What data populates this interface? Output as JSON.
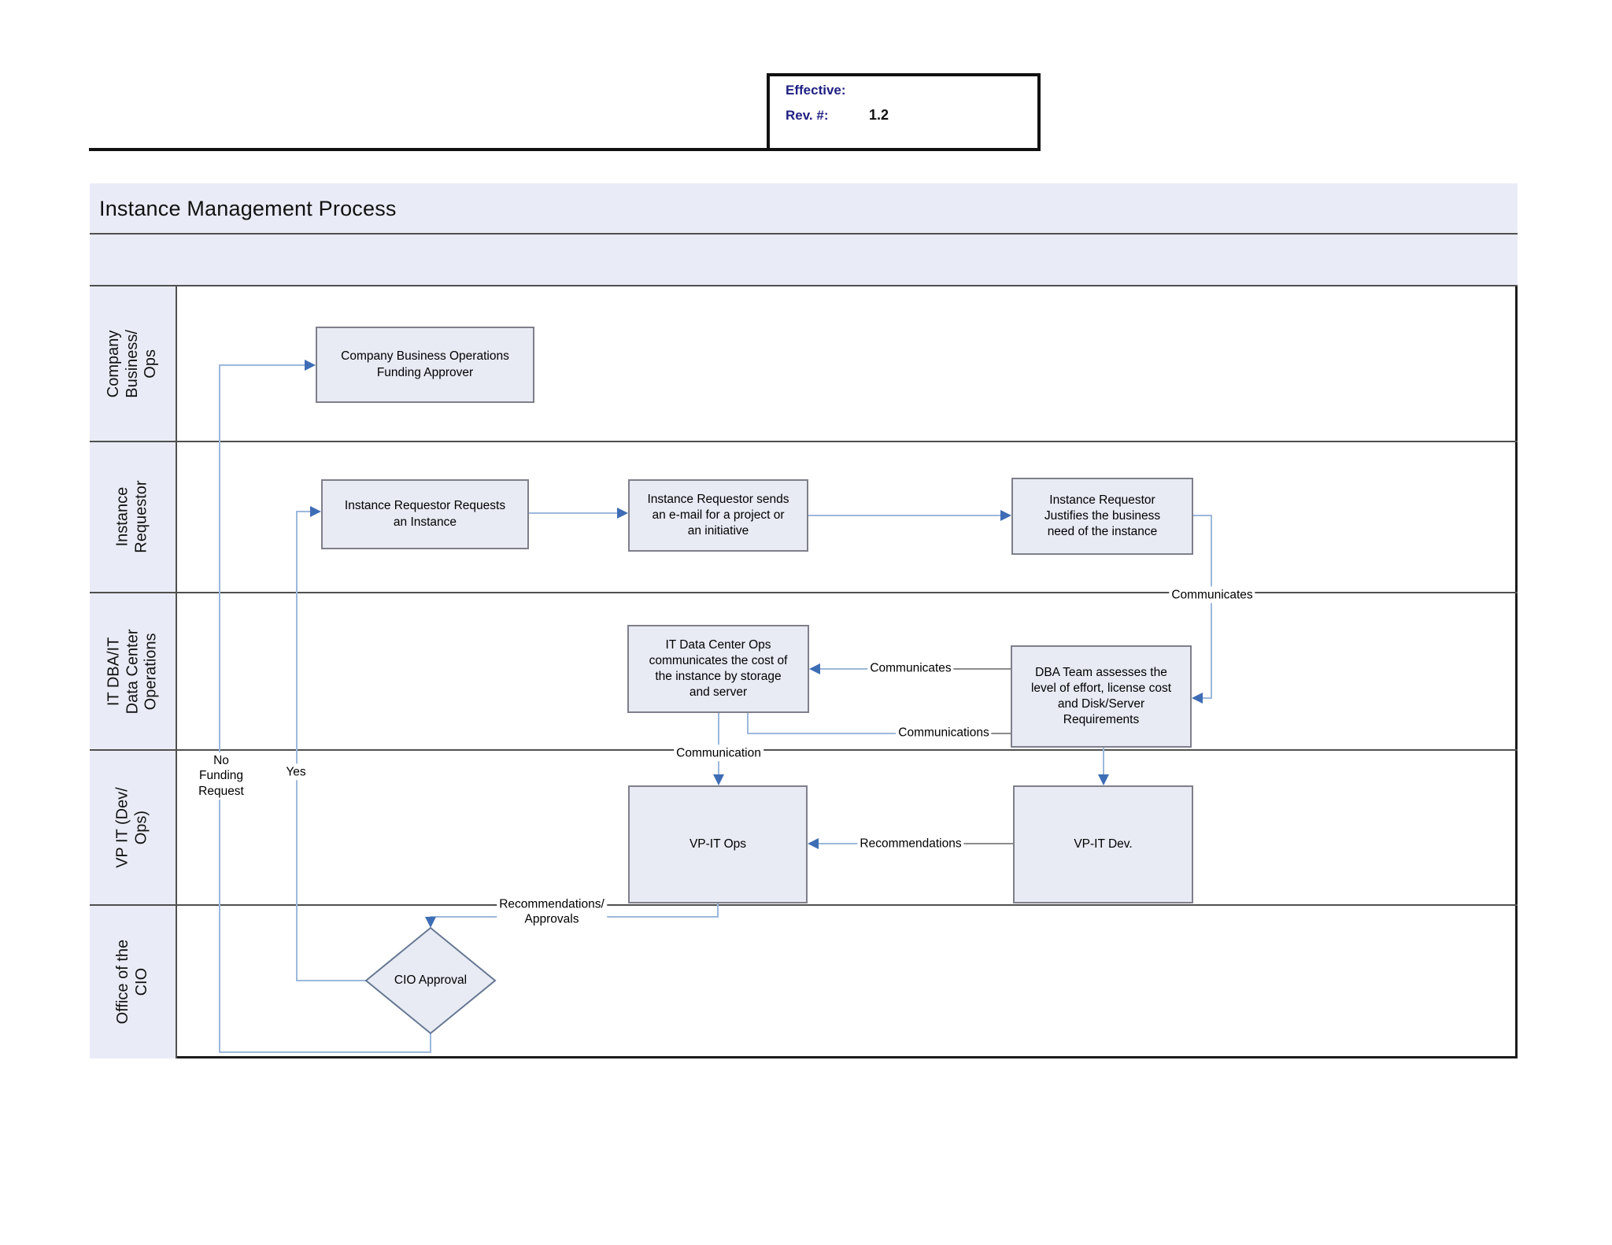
{
  "header": {
    "effective_label": "Effective:",
    "rev_label": "Rev. #:",
    "rev_value": "1.2"
  },
  "title": "Instance Management Process",
  "lanes": [
    {
      "label": "Company\nBusiness/ Ops"
    },
    {
      "label": "Instance\nRequestor"
    },
    {
      "label": "IT DBA/IT\nData Center\nOperations"
    },
    {
      "label": "VP IT (Dev/\nOps)"
    },
    {
      "label": "Office of the\nCIO"
    }
  ],
  "nodes": {
    "funding_approver": {
      "label": "Company Business Operations\nFunding Approver"
    },
    "requests_instance": {
      "label": "Instance Requestor Requests\nan Instance"
    },
    "sends_email": {
      "label": "Instance Requestor sends\nan e-mail for a project or\nan initiative"
    },
    "justifies_need": {
      "label": "Instance Requestor\nJustifies the business\nneed of the instance"
    },
    "it_dc_ops_cost": {
      "label": "IT Data Center Ops\ncommunicates the cost of\nthe instance by storage\nand server"
    },
    "dba_assess": {
      "label": "DBA Team assesses the\nlevel of effort, license cost\nand Disk/Server\nRequirements"
    },
    "vp_it_ops": {
      "label": "VP-IT Ops"
    },
    "vp_it_dev": {
      "label": "VP-IT Dev."
    },
    "cio_approval": {
      "label": "CIO Approval"
    }
  },
  "edge_labels": {
    "yes": "Yes",
    "no_funding": "No\nFunding\nRequest",
    "communicates_boundary": "Communicates",
    "communicates_mid": "Communicates",
    "communications": "Communications",
    "communication": "Communication",
    "recommendations": "Recommendations",
    "recommendations_approvals": "Recommendations/\nApprovals"
  },
  "colors": {
    "band_fill": "#e9ecf6",
    "box_fill": "#e8ebf4",
    "box_border": "#7f7f8b",
    "connector_blue": "#9db8dc",
    "arrow_blue": "#3e6db5",
    "label_line_gray": "#8c8c8c",
    "header_navy": "#1f1f82",
    "frame_dark": "#1c1c1c"
  }
}
